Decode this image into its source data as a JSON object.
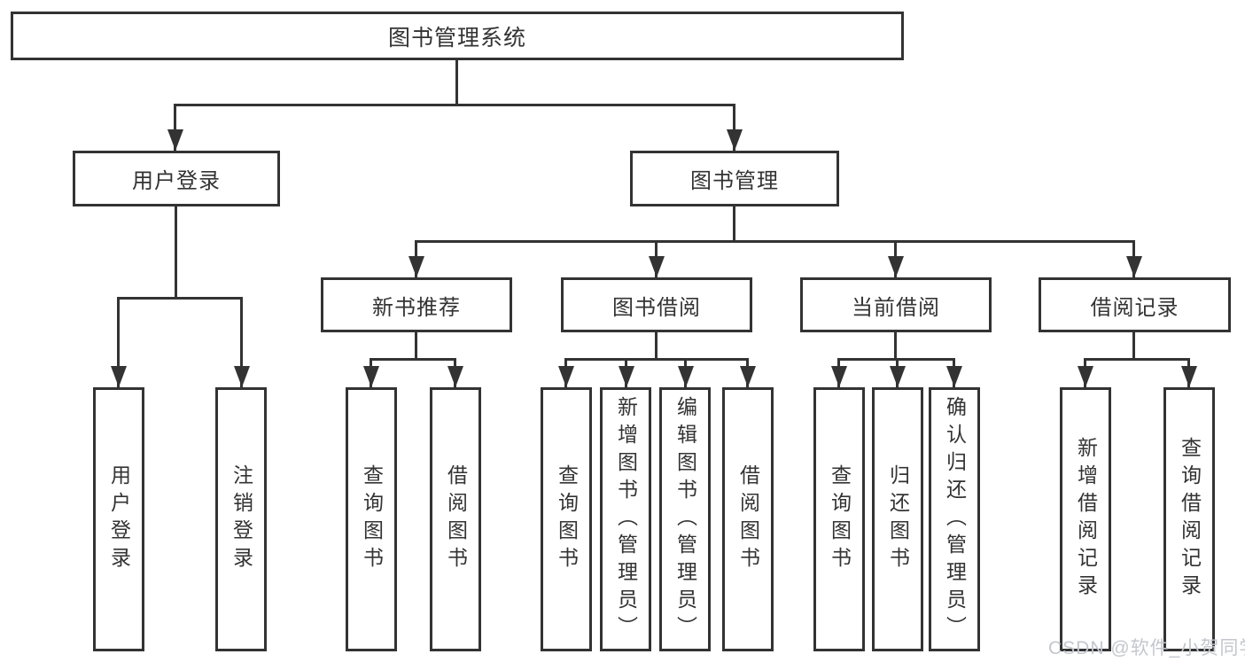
{
  "root": {
    "label": "图书管理系统",
    "children": [
      {
        "label": "用户登录",
        "children": [
          {
            "label": "用户登录"
          },
          {
            "label": "注销登录"
          }
        ]
      },
      {
        "label": "图书管理",
        "children": [
          {
            "label": "新书推荐",
            "children": [
              {
                "label": "查询图书"
              },
              {
                "label": "借阅图书"
              }
            ]
          },
          {
            "label": "图书借阅",
            "children": [
              {
                "label": "查询图书"
              },
              {
                "label": "新增图书（管理员）"
              },
              {
                "label": "编辑图书（管理员）"
              },
              {
                "label": "借阅图书"
              }
            ]
          },
          {
            "label": "当前借阅",
            "children": [
              {
                "label": "查询图书"
              },
              {
                "label": "归还图书"
              },
              {
                "label": "确认归还（管理员）"
              }
            ]
          },
          {
            "label": "借阅记录",
            "children": [
              {
                "label": "新增借阅记录"
              },
              {
                "label": "查询借阅记录"
              }
            ]
          }
        ]
      }
    ]
  },
  "watermark": {
    "text": "CSDN @软件_小贺同学"
  },
  "colors": {
    "line": "#333333",
    "text": "#333333",
    "background": "#ffffff",
    "watermark": "#c3c7ce"
  }
}
